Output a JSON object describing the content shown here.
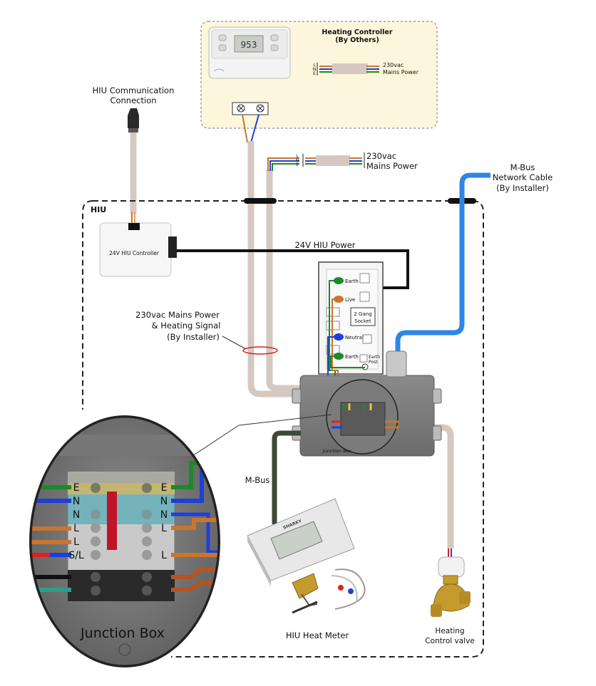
{
  "labels": {
    "heating_controller_line1": "Heating Controller",
    "heating_controller_line2": "(By Others)",
    "thermostat_display": "953",
    "mains_power_top_1": "230vac",
    "mains_power_top_2": "Mains Power",
    "lne": [
      "L",
      "N",
      "E"
    ],
    "hiu_comm_line1": "HIU Communication",
    "hiu_comm_line2": "Connection",
    "mains_power_mid_1": "230vac",
    "mains_power_mid_2": "Mains Power",
    "mbus_net_line1": "M-Bus",
    "mbus_net_line2": "Network Cable",
    "mbus_net_line3": "(By Installer)",
    "hiu_box": "HIU",
    "hiu_controller": "24V HIU Controller",
    "hiu_power": "24V HIU Power",
    "socket_earth": "Earth",
    "socket_live": "Live",
    "socket_2gang_1": "2 Gang",
    "socket_2gang_2": "Socket",
    "socket_neutral": "Neutral",
    "socket_earth2": "Earth",
    "socket_earth_post_1": "Earth",
    "socket_earth_post_2": "Post",
    "mains_heating_line1": "230vac Mains Power",
    "mains_heating_line2": "& Heating Signal",
    "mains_heating_line3": "(By Installer)",
    "junction_box_small": "Junction Box",
    "mbus_label": "M-Bus",
    "junction_box_large": "Junction Box",
    "terminals_left": [
      "E",
      "N",
      "N",
      "L",
      "L",
      "S/L"
    ],
    "terminals_right": [
      "E",
      "N",
      "N",
      "L",
      "L"
    ],
    "heat_meter": "HIU Heat Meter",
    "heating_valve_line1": "Heating",
    "heating_valve_line2": "Control valve",
    "meter_brand": "SHARKY"
  },
  "colors": {
    "mbus_blue": "#2f86e6",
    "cable_grey": "#d5c8c0",
    "hiu_border": "#222222",
    "controller_panel": "#fdf6dc",
    "live_brown": "#c8762e",
    "neutral_blue": "#1f3fd8",
    "earth_green": "#1a8a2a",
    "mbus_dark": "#3c4a34"
  }
}
